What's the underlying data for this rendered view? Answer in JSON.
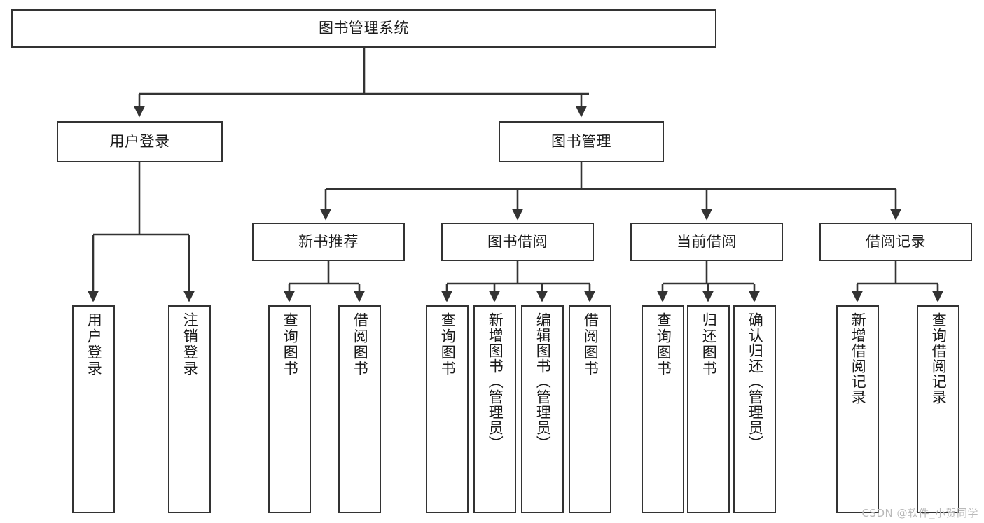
{
  "diagram": {
    "type": "tree-hierarchy-chart",
    "title": "图书管理系统",
    "watermark": "CSDN @软件_小贺同学",
    "colors": {
      "box_border": "#333333",
      "box_fill": "#ffffff",
      "connector": "#333333",
      "text": "#1a1a1a",
      "watermark": "#b9b9b9"
    },
    "nodes": {
      "root": {
        "label": "图书管理系统",
        "level": 0
      },
      "user_login": {
        "label": "用户登录",
        "level": 1
      },
      "book_manage": {
        "label": "图书管理",
        "level": 1
      },
      "new_book_rec": {
        "label": "新书推荐",
        "level": 2
      },
      "book_borrow": {
        "label": "图书借阅",
        "level": 2
      },
      "current_borrow": {
        "label": "当前借阅",
        "level": 2
      },
      "borrow_record": {
        "label": "借阅记录",
        "level": 2
      },
      "leaf_user_login": {
        "label": "用户登录",
        "level": 2
      },
      "leaf_logout": {
        "label": "注销登录",
        "level": 2
      },
      "leaf_query_book_1": {
        "label": "查询图书",
        "level": 3
      },
      "leaf_borrow_book_1": {
        "label": "借阅图书",
        "level": 3
      },
      "leaf_query_book_2": {
        "label": "查询图书",
        "level": 3
      },
      "leaf_add_book": {
        "label": "新增图书（管理员）",
        "level": 3
      },
      "leaf_edit_book": {
        "label": "编辑图书（管理员）",
        "level": 3
      },
      "leaf_borrow_book_2": {
        "label": "借阅图书",
        "level": 3
      },
      "leaf_query_book_3": {
        "label": "查询图书",
        "level": 3
      },
      "leaf_return_book": {
        "label": "归还图书",
        "level": 3
      },
      "leaf_confirm_return": {
        "label": "确认归还（管理员）",
        "level": 3
      },
      "leaf_add_record": {
        "label": "新增借阅记录",
        "level": 3
      },
      "leaf_query_record": {
        "label": "查询借阅记录",
        "level": 3
      }
    }
  }
}
